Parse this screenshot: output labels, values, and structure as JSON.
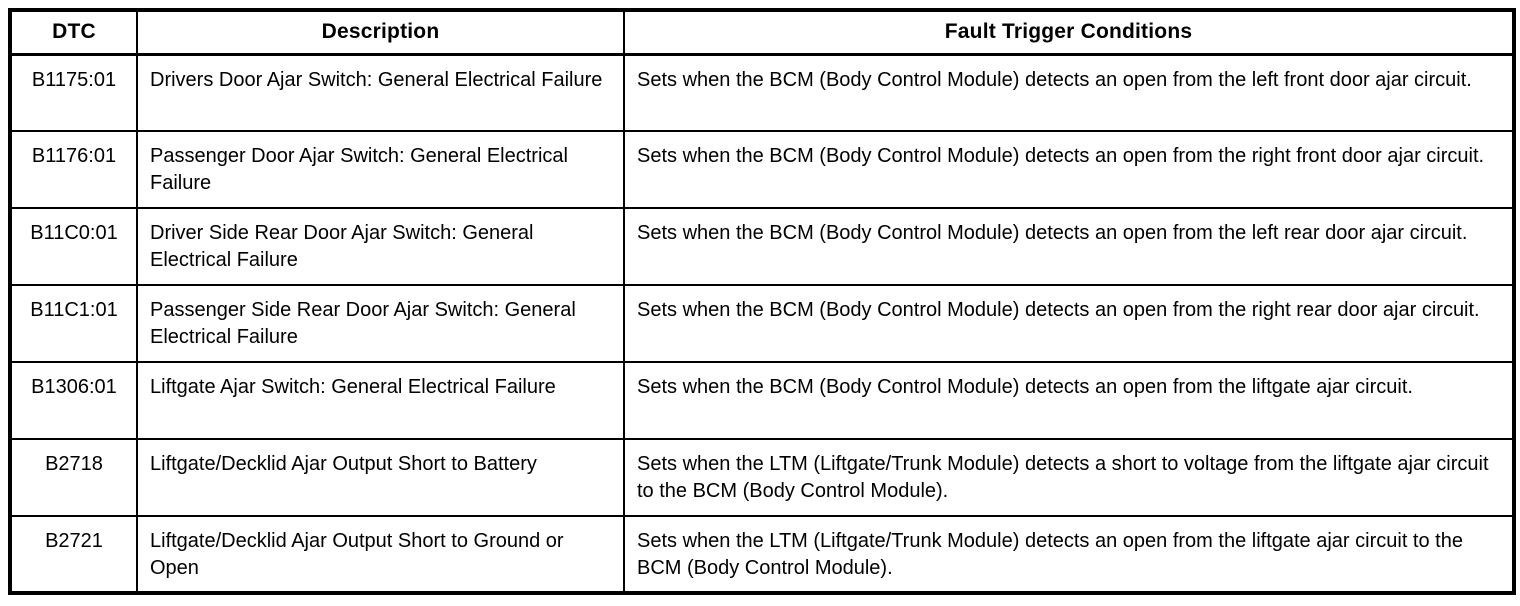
{
  "table": {
    "headers": {
      "dtc": "DTC",
      "description": "Description",
      "fault": "Fault Trigger Conditions"
    },
    "rows": [
      {
        "dtc": "B1175:01",
        "description": "Drivers Door Ajar Switch: General Electrical Failure",
        "fault": "Sets when the BCM (Body Control Module) detects an open from the left front door ajar circuit."
      },
      {
        "dtc": "B1176:01",
        "description": "Passenger Door Ajar Switch: General Electrical Failure",
        "fault": "Sets when the BCM (Body Control Module) detects an open from the right front door ajar circuit."
      },
      {
        "dtc": "B11C0:01",
        "description": "Driver Side Rear Door Ajar Switch: General Electrical Failure",
        "fault": "Sets when the BCM (Body Control Module) detects an open from the left rear door ajar circuit."
      },
      {
        "dtc": "B11C1:01",
        "description": "Passenger Side Rear Door Ajar Switch: General Electrical Failure",
        "fault": "Sets when the BCM (Body Control Module) detects an open from the right rear door ajar circuit."
      },
      {
        "dtc": "B1306:01",
        "description": "Liftgate Ajar Switch: General Electrical Failure",
        "fault": "Sets when the BCM (Body Control Module) detects an open from the liftgate ajar circuit."
      },
      {
        "dtc": "B2718",
        "description": "Liftgate/Decklid Ajar Output Short to Battery",
        "fault": "Sets when the LTM (Liftgate/Trunk Module) detects a short to voltage from the liftgate ajar circuit to the BCM (Body Control Module)."
      },
      {
        "dtc": "B2721",
        "description": "Liftgate/Decklid Ajar Output Short to Ground or Open",
        "fault": "Sets when the LTM (Liftgate/Trunk Module) detects an open from the liftgate ajar circuit to the BCM (Body Control Module)."
      }
    ],
    "colors": {
      "border": "#000000",
      "background": "#ffffff",
      "text": "#000000"
    }
  }
}
